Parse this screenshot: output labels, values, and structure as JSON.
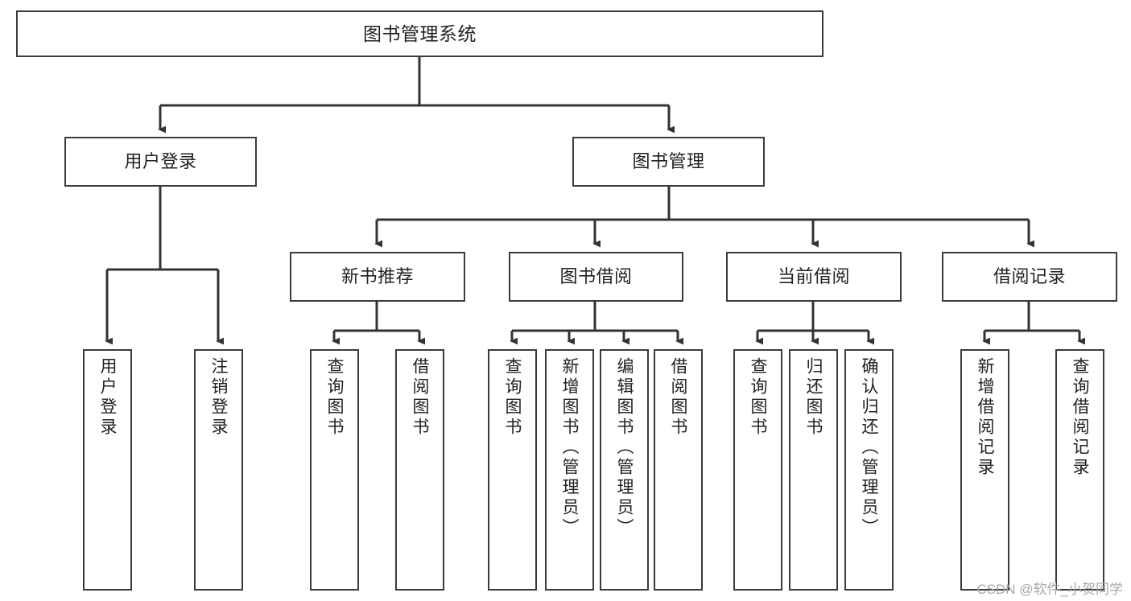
{
  "diagram": {
    "title": "图书管理系统",
    "type": "tree-hierarchy-chart",
    "nodes": {
      "root": {
        "label": "图书管理系统"
      },
      "level2": [
        {
          "id": "user-login",
          "label": "用户登录"
        },
        {
          "id": "book-management",
          "label": "图书管理"
        }
      ],
      "level3": [
        {
          "id": "new-book-recommend",
          "label": "新书推荐"
        },
        {
          "id": "book-borrow",
          "label": "图书借阅"
        },
        {
          "id": "current-borrow",
          "label": "当前借阅"
        },
        {
          "id": "borrow-record",
          "label": "借阅记录"
        }
      ],
      "leaves": {
        "user_login": [
          {
            "id": "leaf-user-login",
            "label": "用户登录"
          },
          {
            "id": "leaf-logout-login",
            "label": "注销登录"
          }
        ],
        "new_book_recommend": [
          {
            "id": "leaf-query-book-1",
            "label": "查询图书"
          },
          {
            "id": "leaf-borrow-book-1",
            "label": "借阅图书"
          }
        ],
        "book_borrow": [
          {
            "id": "leaf-query-book-2",
            "label": "查询图书"
          },
          {
            "id": "leaf-add-book",
            "label": "新增图书（管理员）"
          },
          {
            "id": "leaf-edit-book",
            "label": "编辑图书（管理员）"
          },
          {
            "id": "leaf-borrow-book-2",
            "label": "借阅图书"
          }
        ],
        "current_borrow": [
          {
            "id": "leaf-query-book-3",
            "label": "查询图书"
          },
          {
            "id": "leaf-return-book",
            "label": "归还图书"
          },
          {
            "id": "leaf-confirm-return",
            "label": "确认归还（管理员）"
          }
        ],
        "borrow_record": [
          {
            "id": "leaf-add-record",
            "label": "新增借阅记录"
          },
          {
            "id": "leaf-query-record",
            "label": "查询借阅记录"
          }
        ]
      }
    },
    "colors": {
      "border": "#3b3b3b",
      "text": "#222222",
      "background": "#ffffff",
      "watermark": "#a8a8a8"
    }
  },
  "watermark": {
    "text": "CSDN @软件_小贺同学"
  }
}
